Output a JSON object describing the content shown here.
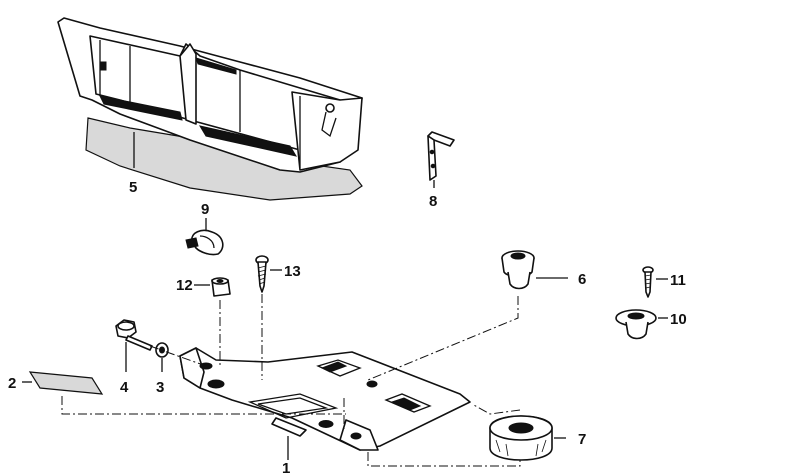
{
  "callouts": [
    {
      "id": "1",
      "text": "1"
    },
    {
      "id": "2",
      "text": "2"
    },
    {
      "id": "3",
      "text": "3"
    },
    {
      "id": "4",
      "text": "4"
    },
    {
      "id": "5",
      "text": "5"
    },
    {
      "id": "6",
      "text": "6"
    },
    {
      "id": "7",
      "text": "7"
    },
    {
      "id": "8",
      "text": "8"
    },
    {
      "id": "9",
      "text": "9"
    },
    {
      "id": "10",
      "text": "10"
    },
    {
      "id": "11",
      "text": "11"
    },
    {
      "id": "12",
      "text": "12"
    },
    {
      "id": "13",
      "text": "13"
    }
  ],
  "parts": [
    {
      "callout": "1",
      "icon": "support-plate-icon"
    },
    {
      "callout": "2",
      "icon": "adhesive-pad-icon"
    },
    {
      "callout": "3",
      "icon": "washer-icon"
    },
    {
      "callout": "4",
      "icon": "hex-bolt-icon"
    },
    {
      "callout": "5",
      "icon": "battery-tray-icon"
    },
    {
      "callout": "6",
      "icon": "rubber-mount-icon"
    },
    {
      "callout": "7",
      "icon": "rubber-bushing-icon"
    },
    {
      "callout": "8",
      "icon": "bracket-icon"
    },
    {
      "callout": "9",
      "icon": "clip-icon"
    },
    {
      "callout": "10",
      "icon": "grommet-icon"
    },
    {
      "callout": "11",
      "icon": "screw-icon"
    },
    {
      "callout": "12",
      "icon": "nut-icon"
    },
    {
      "callout": "13",
      "icon": "tapping-screw-icon"
    }
  ]
}
